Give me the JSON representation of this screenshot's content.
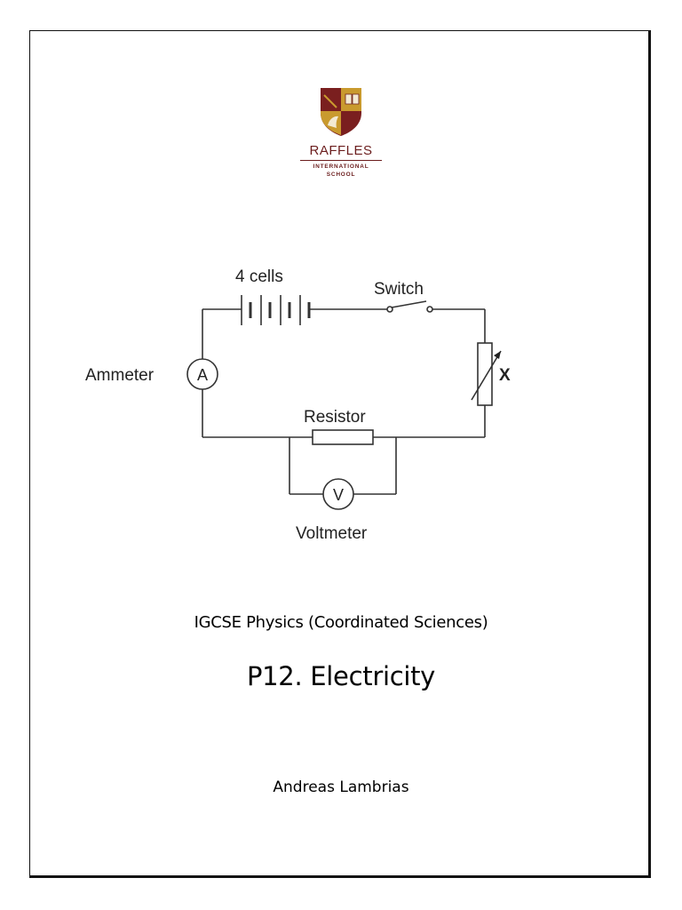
{
  "logo": {
    "name": "RAFFLES",
    "line1": "INTERNATIONAL",
    "line2": "SCHOOL",
    "colors": {
      "maroon": "#7a1f1f",
      "gold": "#c99a2e"
    }
  },
  "circuit": {
    "cells_label": "4 cells",
    "switch_label": "Switch",
    "ammeter_label": "Ammeter",
    "ammeter_symbol": "A",
    "resistor_label": "Resistor",
    "voltmeter_symbol": "V",
    "voltmeter_label": "Voltmeter",
    "variable_resistor_label": "X"
  },
  "document": {
    "subtitle": "IGCSE Physics (Coordinated Sciences)",
    "title": "P12. Electricity",
    "author": "Andreas Lambrias"
  }
}
